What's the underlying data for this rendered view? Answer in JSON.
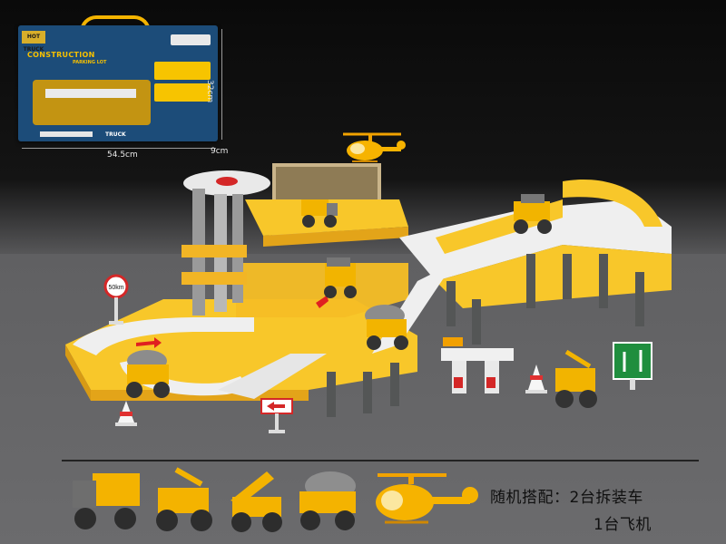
{
  "package": {
    "logo_text": "HOT TRUCK",
    "title": "CONSTRUCTION",
    "subtitle": "PARKING LOT",
    "bottom_text": "TRUCK",
    "width_label": "54.5cm",
    "height_label": "32cm",
    "depth_label": "9cm"
  },
  "scene": {
    "speed_sign": "50km"
  },
  "promo": {
    "line1": "随机搭配：2台拆装车",
    "line2": "1台飞机"
  },
  "colors": {
    "accent_yellow": "#f8c72a",
    "box_blue": "#1c4c79",
    "track_white": "#efefef",
    "pillar_grey": "#545656"
  },
  "icons": [
    "helicopter",
    "dump-truck",
    "crane-truck",
    "mixer-truck",
    "excavator-truck",
    "speed-limit-sign",
    "toll-gate",
    "traffic-cone",
    "direction-sign"
  ]
}
